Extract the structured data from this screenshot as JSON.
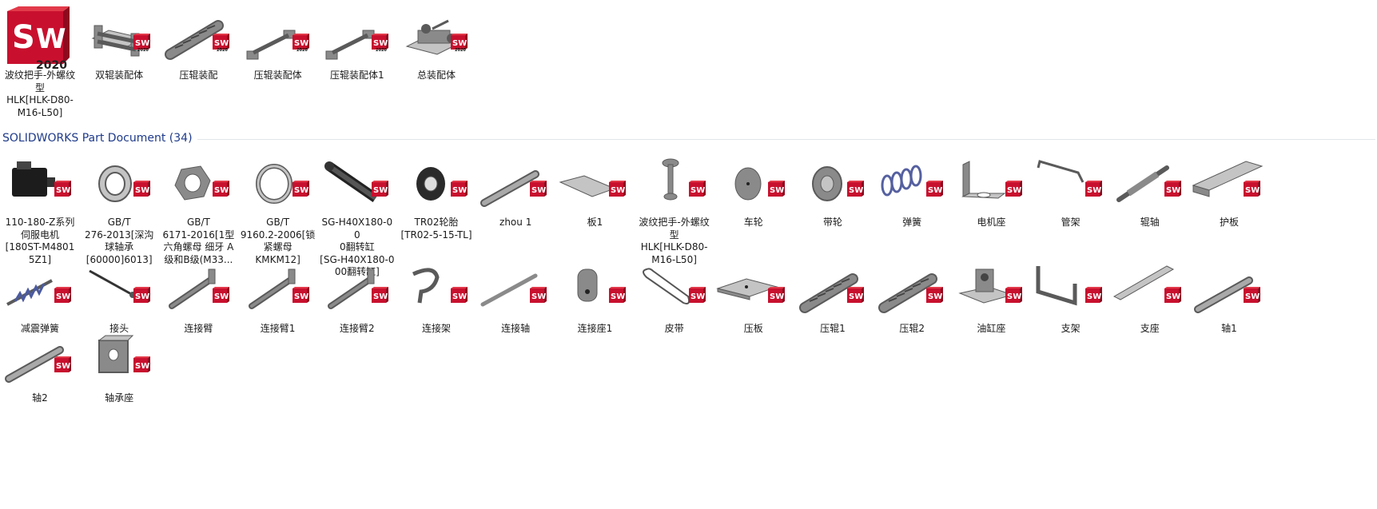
{
  "assemblies": [
    {
      "label": "波纹把手-外螺纹型\nHLK[HLK-D80-M16-L50]",
      "icon": "solidworks-2020-app-icon"
    },
    {
      "label": "双辊装配体",
      "icon": "double-roller-assembly-icon"
    },
    {
      "label": "压辊装配",
      "icon": "press-roller-icon"
    },
    {
      "label": "压辊装配体",
      "icon": "roller-assembly-icon"
    },
    {
      "label": "压辊装配体1",
      "icon": "roller-assembly-icon"
    },
    {
      "label": "总装配体",
      "icon": "main-assembly-icon"
    }
  ],
  "part_group": {
    "title": "SOLIDWORKS Part Document (34)"
  },
  "parts_row1": [
    {
      "label": "110-180-Z系列\n伺服电机\n[180ST-M48015Z1]",
      "icon": "servo-motor-icon"
    },
    {
      "label": "GB/T\n276-2013[深沟\n球轴承\n[60000]6013]",
      "icon": "ball-bearing-icon"
    },
    {
      "label": "GB/T\n6171-2016[1型\n六角螺母 细牙 A\n级和B级(M33...",
      "icon": "hex-nut-icon"
    },
    {
      "label": "GB/T\n9160.2-2006[锁\n紧螺母\nKMKM12]",
      "icon": "lock-nut-icon"
    },
    {
      "label": "SG-H40X180-00\n0翻转缸\n[SG-H40X180-0\n00翻转缸]",
      "icon": "cylinder-icon"
    },
    {
      "label": "TR02轮胎\n[TR02-5-15-TL]",
      "icon": "tire-icon"
    },
    {
      "label": "zhou 1",
      "icon": "shaft-icon"
    },
    {
      "label": "板1",
      "icon": "plate-icon"
    },
    {
      "label": "波纹把手-外螺纹\n型\nHLK[HLK-D80-\nM16-L50]",
      "icon": "knob-handle-icon"
    },
    {
      "label": "车轮",
      "icon": "wheel-icon"
    },
    {
      "label": "带轮",
      "icon": "pulley-icon"
    },
    {
      "label": "弹簧",
      "icon": "spring-icon"
    },
    {
      "label": "电机座",
      "icon": "motor-mount-icon"
    },
    {
      "label": "管架",
      "icon": "pipe-frame-icon"
    },
    {
      "label": "辊轴",
      "icon": "roller-shaft-icon"
    },
    {
      "label": "护板",
      "icon": "guard-plate-icon"
    }
  ],
  "parts_row2": [
    {
      "label": "减震弹簧",
      "icon": "shock-spring-icon"
    },
    {
      "label": "接头",
      "icon": "joint-icon"
    },
    {
      "label": "连接臂",
      "icon": "link-arm-icon"
    },
    {
      "label": "连接臂1",
      "icon": "link-arm-icon"
    },
    {
      "label": "连接臂2",
      "icon": "link-arm-icon"
    },
    {
      "label": "连接架",
      "icon": "link-bracket-icon"
    },
    {
      "label": "连接轴",
      "icon": "link-shaft-icon"
    },
    {
      "label": "连接座1",
      "icon": "link-seat-icon"
    },
    {
      "label": "皮带",
      "icon": "belt-icon"
    },
    {
      "label": "压板",
      "icon": "press-plate-icon"
    },
    {
      "label": "压辊1",
      "icon": "press-roller-icon"
    },
    {
      "label": "压辊2",
      "icon": "press-roller-icon"
    },
    {
      "label": "油缸座",
      "icon": "cylinder-seat-icon"
    },
    {
      "label": "支架",
      "icon": "bracket-icon"
    },
    {
      "label": "支座",
      "icon": "support-icon"
    },
    {
      "label": "轴1",
      "icon": "shaft-icon"
    }
  ],
  "parts_row3": [
    {
      "label": "轴2",
      "icon": "shaft-icon"
    },
    {
      "label": "轴承座",
      "icon": "bearing-block-icon"
    }
  ]
}
